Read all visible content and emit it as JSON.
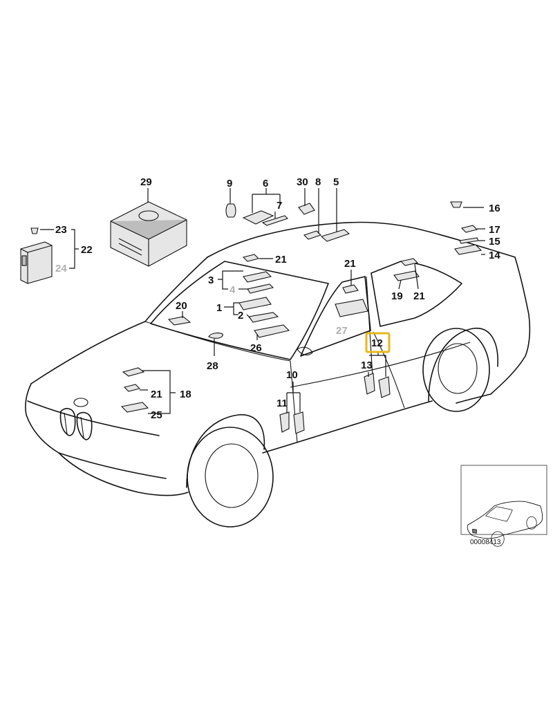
{
  "diagram": {
    "reference_number": "00008413",
    "highlight_color": "#e8b71a",
    "callouts": [
      {
        "id": "c1",
        "text": "1"
      },
      {
        "id": "c2",
        "text": "2"
      },
      {
        "id": "c3",
        "text": "3"
      },
      {
        "id": "c4",
        "text": "4"
      },
      {
        "id": "c5",
        "text": "5"
      },
      {
        "id": "c6",
        "text": "6"
      },
      {
        "id": "c7",
        "text": "7"
      },
      {
        "id": "c8",
        "text": "8"
      },
      {
        "id": "c9",
        "text": "9"
      },
      {
        "id": "c10",
        "text": "10"
      },
      {
        "id": "c11",
        "text": "11"
      },
      {
        "id": "c12",
        "text": "12"
      },
      {
        "id": "c13",
        "text": "13"
      },
      {
        "id": "c14",
        "text": "14"
      },
      {
        "id": "c15",
        "text": "15"
      },
      {
        "id": "c16",
        "text": "16"
      },
      {
        "id": "c17",
        "text": "17"
      },
      {
        "id": "c18",
        "text": "18"
      },
      {
        "id": "c19",
        "text": "19"
      },
      {
        "id": "c20",
        "text": "20"
      },
      {
        "id": "c21",
        "text": "21"
      },
      {
        "id": "c22",
        "text": "22"
      },
      {
        "id": "c23",
        "text": "23"
      },
      {
        "id": "c24",
        "text": "24"
      },
      {
        "id": "c25",
        "text": "25"
      },
      {
        "id": "c26",
        "text": "26"
      },
      {
        "id": "c27",
        "text": "27"
      },
      {
        "id": "c28",
        "text": "28"
      },
      {
        "id": "c29",
        "text": "29"
      },
      {
        "id": "c30",
        "text": "30"
      }
    ]
  }
}
